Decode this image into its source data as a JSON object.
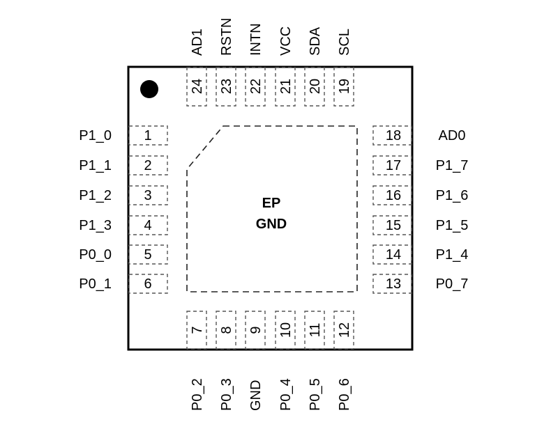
{
  "package": {
    "exposed_pad": {
      "line1": "EP",
      "line2": "GND"
    },
    "pin1_marker": "pin1-dot"
  },
  "pins": {
    "left": [
      {
        "num": "1",
        "name": "P1_0"
      },
      {
        "num": "2",
        "name": "P1_1"
      },
      {
        "num": "3",
        "name": "P1_2"
      },
      {
        "num": "4",
        "name": "P1_3"
      },
      {
        "num": "5",
        "name": "P0_0"
      },
      {
        "num": "6",
        "name": "P0_1"
      }
    ],
    "bottom": [
      {
        "num": "7",
        "name": "P0_2"
      },
      {
        "num": "8",
        "name": "P0_3"
      },
      {
        "num": "9",
        "name": "GND"
      },
      {
        "num": "10",
        "name": "P0_4"
      },
      {
        "num": "11",
        "name": "P0_5"
      },
      {
        "num": "12",
        "name": "P0_6"
      }
    ],
    "right": [
      {
        "num": "13",
        "name": "P0_7"
      },
      {
        "num": "14",
        "name": "P1_4"
      },
      {
        "num": "15",
        "name": "P1_5"
      },
      {
        "num": "16",
        "name": "P1_6"
      },
      {
        "num": "17",
        "name": "P1_7"
      },
      {
        "num": "18",
        "name": "AD0"
      }
    ],
    "top": [
      {
        "num": "19",
        "name": "SCL"
      },
      {
        "num": "20",
        "name": "SDA"
      },
      {
        "num": "21",
        "name": "VCC"
      },
      {
        "num": "22",
        "name": "INTN"
      },
      {
        "num": "23",
        "name": "RSTN"
      },
      {
        "num": "24",
        "name": "AD1"
      }
    ]
  }
}
